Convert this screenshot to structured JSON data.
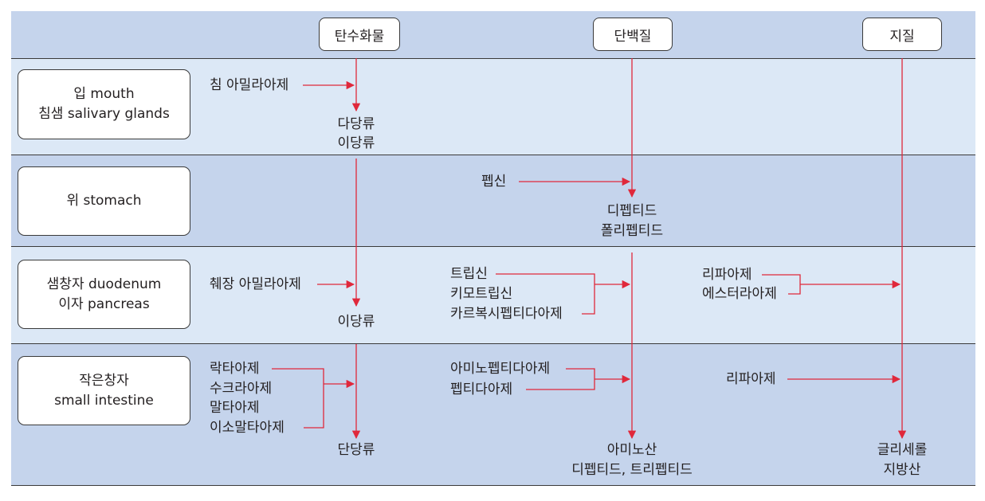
{
  "nutrients": {
    "carb": "탄수화물",
    "protein": "단백질",
    "lipid": "지질"
  },
  "organs": {
    "mouth": {
      "line1": "입 mouth",
      "line2": "침샘 salivary glands"
    },
    "stomach": {
      "line1": "위 stomach"
    },
    "duodenum": {
      "line1": "샘창자 duodenum",
      "line2": "이자 pancreas"
    },
    "small_intestine": {
      "line1": "작은창자",
      "line2": "small intestine"
    }
  },
  "mouth": {
    "enzyme": "침 아밀라아제",
    "product1": "다당류",
    "product2": "이당류"
  },
  "stomach": {
    "enzyme": "펩신",
    "product1": "디펩티드",
    "product2": "폴리펩티드"
  },
  "duodenum": {
    "carb_enzyme": "췌장 아밀라아제",
    "carb_product": "이당류",
    "protein_enzymes": [
      "트립신",
      "키모트립신",
      "카르복시펩티다아제"
    ],
    "lipid_enzymes": [
      "리파아제",
      "에스터라아제"
    ]
  },
  "small_intestine": {
    "carb_enzymes": [
      "락타아제",
      "수크라아제",
      "말타아제",
      "이소말타아제"
    ],
    "carb_product": "단당류",
    "protein_enzymes": [
      "아미노펩티다아제",
      "펩티다아제"
    ],
    "protein_product1": "아미노산",
    "protein_product2": "디펩티드, 트리펩티드",
    "lipid_enzyme": "리파아제",
    "lipid_product1": "글리세롤",
    "lipid_product2": "지방산"
  },
  "colors": {
    "arrow": "#e0283b",
    "band_dark": "#c5d4ec",
    "band_light": "#dce8f6"
  }
}
